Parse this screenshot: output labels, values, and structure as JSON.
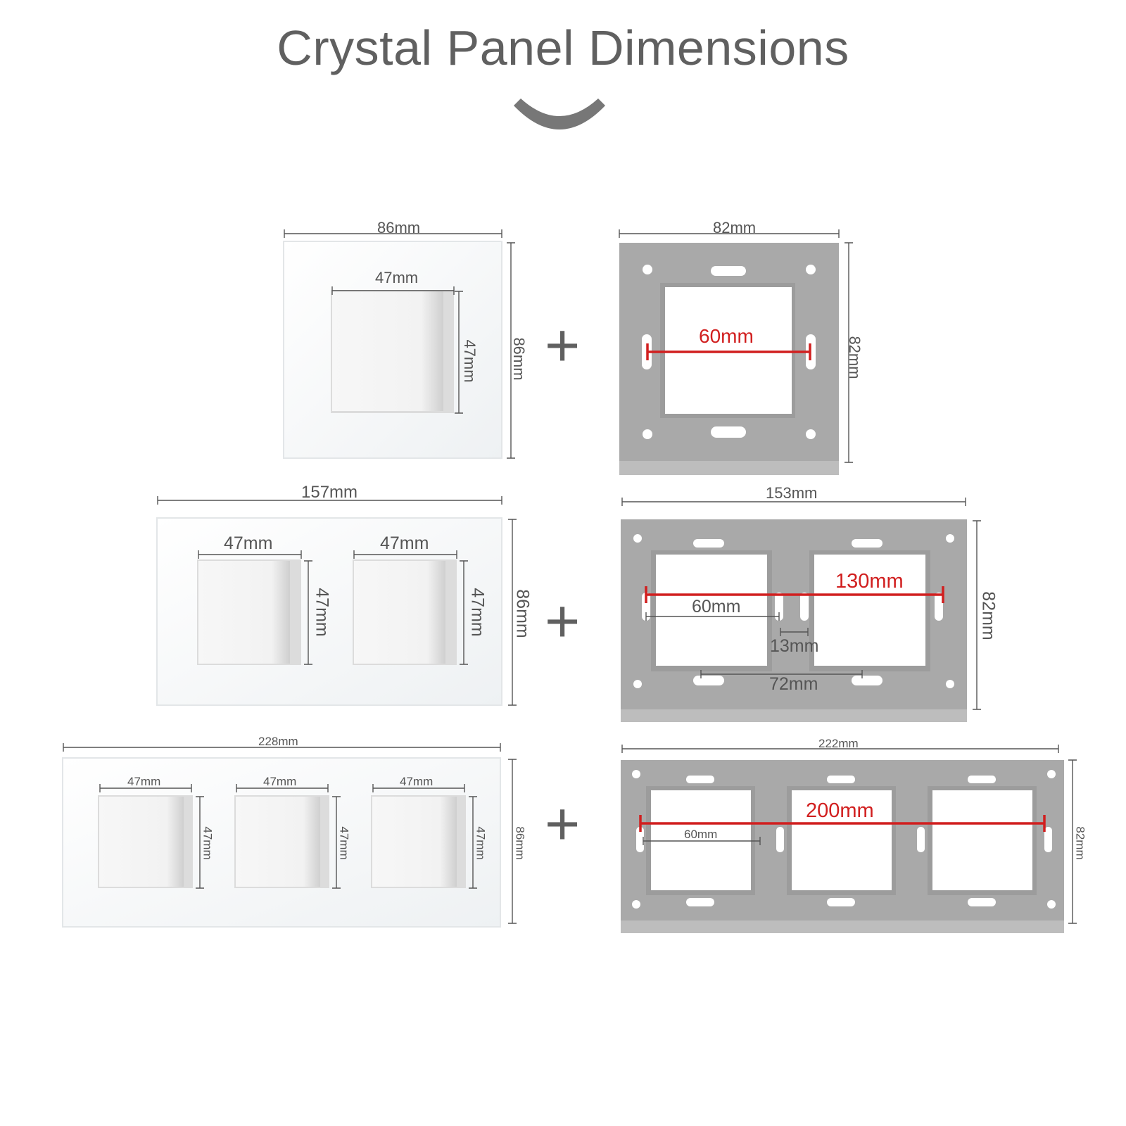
{
  "title": "Crystal Panel Dimensions",
  "plus_sign": "+",
  "colors": {
    "title": "#606060",
    "frame": "#a7a7a7",
    "glass": "#f4f6f7",
    "accent": "#d11f1f"
  },
  "single": {
    "glass": {
      "width": "86mm",
      "height": "86mm",
      "cut_width": "47mm",
      "cut_height": "47mm"
    },
    "frame": {
      "width": "82mm",
      "height": "82mm",
      "hole_spacing": "60mm"
    }
  },
  "double": {
    "glass": {
      "width": "157mm",
      "height": "86mm",
      "cut1_width": "47mm",
      "cut1_height": "47mm",
      "cut2_width": "47mm",
      "cut2_height": "47mm"
    },
    "frame": {
      "width": "153mm",
      "height": "82mm",
      "outer_span": "130mm",
      "inner_span": "60mm",
      "gap": "13mm",
      "pitch": "72mm"
    }
  },
  "triple": {
    "glass": {
      "width": "228mm",
      "height": "86mm",
      "cut1_width": "47mm",
      "cut1_height": "47mm",
      "cut2_width": "47mm",
      "cut2_height": "47mm",
      "cut3_width": "47mm",
      "cut3_height": "47mm"
    },
    "frame": {
      "width": "222mm",
      "height": "82mm",
      "outer_span": "200mm",
      "inner_span": "60mm"
    }
  }
}
